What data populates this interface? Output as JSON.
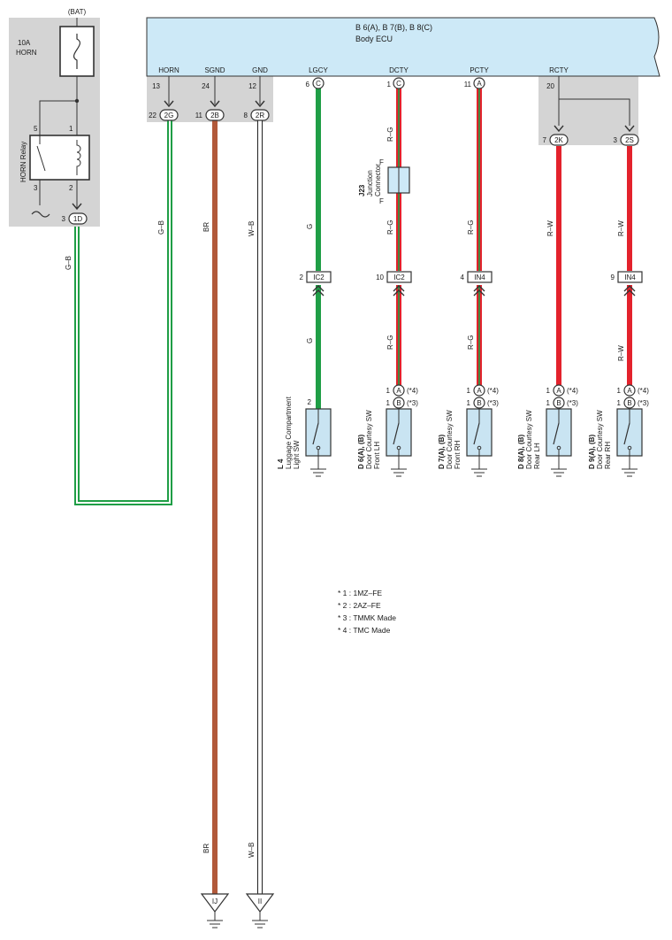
{
  "ecu": {
    "title": "B 6(A), B 7(B), B 8(C)",
    "subtitle": "Body ECU",
    "pins": [
      {
        "label": "HORN",
        "num": "13"
      },
      {
        "label": "SGND",
        "num": "24"
      },
      {
        "label": "GND",
        "num": "12"
      },
      {
        "label": "LGCY",
        "num": "6",
        "conn": "C"
      },
      {
        "label": "DCTY",
        "num": "1",
        "conn": "C"
      },
      {
        "label": "PCTY",
        "num": "11",
        "conn": "A"
      },
      {
        "label": "RCTY",
        "num": "20"
      }
    ]
  },
  "relay_box": {
    "bat": "(BAT)",
    "fuse_rating": "10A",
    "fuse_name": "HORN",
    "relay_label": "HORN Relay",
    "pin_top_left": "5",
    "pin_top_right": "1",
    "pin_bottom_left": "3",
    "pin_bottom_right": "2",
    "out_num": "3",
    "out_conn": "1D"
  },
  "connectors": {
    "c2g": {
      "num": "22",
      "id": "2G"
    },
    "c2b": {
      "num": "11",
      "id": "2B"
    },
    "c2r": {
      "num": "8",
      "id": "2R"
    },
    "c2k": {
      "num": "7",
      "id": "2K"
    },
    "c2s": {
      "num": "3",
      "id": "2S"
    },
    "ic2_a": {
      "num": "2",
      "id": "IC2"
    },
    "ic2_b": {
      "num": "10",
      "id": "IC2"
    },
    "in4_a": {
      "num": "4",
      "id": "IN4"
    },
    "in4_b": {
      "num": "9",
      "id": "IN4"
    }
  },
  "junction": {
    "code": "J23",
    "name_line1": "Junction",
    "name_line2": "Connector",
    "in": "F",
    "out": "F"
  },
  "wire_colors": {
    "g_b": "G–B",
    "br": "BR",
    "w_b": "W–B",
    "g": "G",
    "r_g": "R–G",
    "r_w": "R–W"
  },
  "colors": {
    "green": "#1f9e46",
    "brown": "#b2593a",
    "red": "#e3222c",
    "ecu_fill": "#cde9f7",
    "block_gray": "#d4d4d4",
    "switch_fill": "#c9e4f2"
  },
  "switches": [
    {
      "code": "L 4",
      "line1": "Luggage Compartment",
      "line2": "Light SW",
      "pin": "2"
    },
    {
      "code": "D 6(A), (B)",
      "line1": "Door Courtesy SW",
      "line2": "Front LH",
      "pin": "1",
      "a": "A",
      "b": "B",
      "note_a": "(*4)",
      "note_b": "(*3)"
    },
    {
      "code": "D 7(A), (B)",
      "line1": "Door Courtesy SW",
      "line2": "Front RH",
      "pin": "1",
      "a": "A",
      "b": "B",
      "note_a": "(*4)",
      "note_b": "(*3)"
    },
    {
      "code": "D 8(A), (B)",
      "line1": "Door Courtesy SW",
      "line2": "Rear LH",
      "pin": "1",
      "a": "A",
      "b": "B",
      "note_a": "(*4)",
      "note_b": "(*3)"
    },
    {
      "code": "D 9(A), (B)",
      "line1": "Door Courtesy SW",
      "line2": "Rear RH",
      "pin": "1",
      "a": "A",
      "b": "B",
      "note_a": "(*4)",
      "note_b": "(*3)"
    }
  ],
  "grounds": [
    {
      "id": "IJ"
    },
    {
      "id": "II"
    }
  ],
  "notes": [
    "* 1 : 1MZ–FE",
    "* 2 : 2AZ–FE",
    "* 3 : TMMK Made",
    "* 4 : TMC Made"
  ]
}
